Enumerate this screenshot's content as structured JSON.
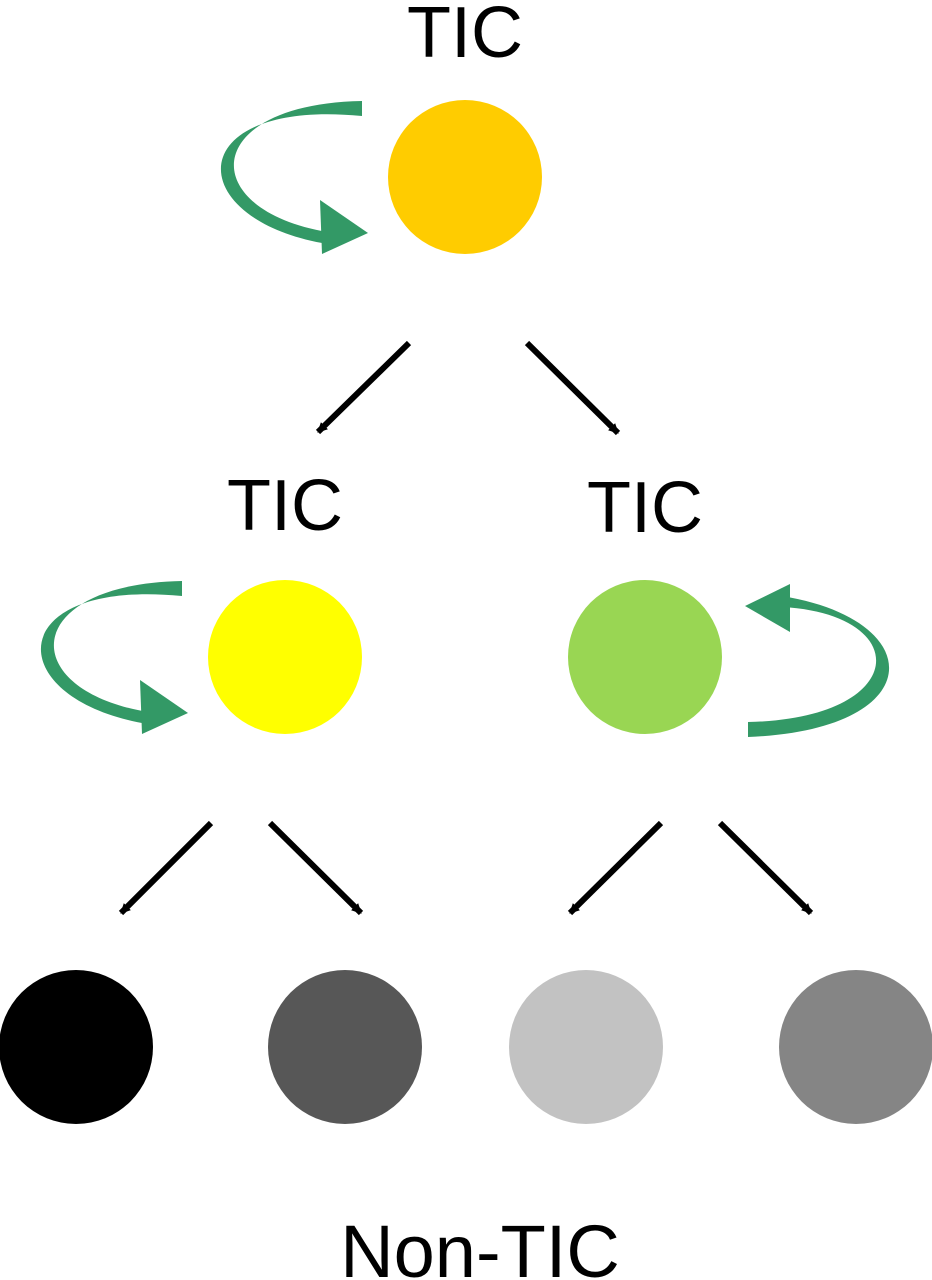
{
  "labels": {
    "top": "TIC",
    "mid_left": "TIC",
    "mid_right": "TIC",
    "bottom": "Non-TIC"
  },
  "colors": {
    "self_renewal_arrow": "#339966",
    "lineage_arrow": "#000000",
    "top_cell": "#ffcc00",
    "mid_left_cell": "#ffff00",
    "mid_right_cell": "#99d653",
    "bottom_cell_1": "#000000",
    "bottom_cell_2": "#575757",
    "bottom_cell_3": "#c2c2c2",
    "bottom_cell_4": "#858585"
  }
}
